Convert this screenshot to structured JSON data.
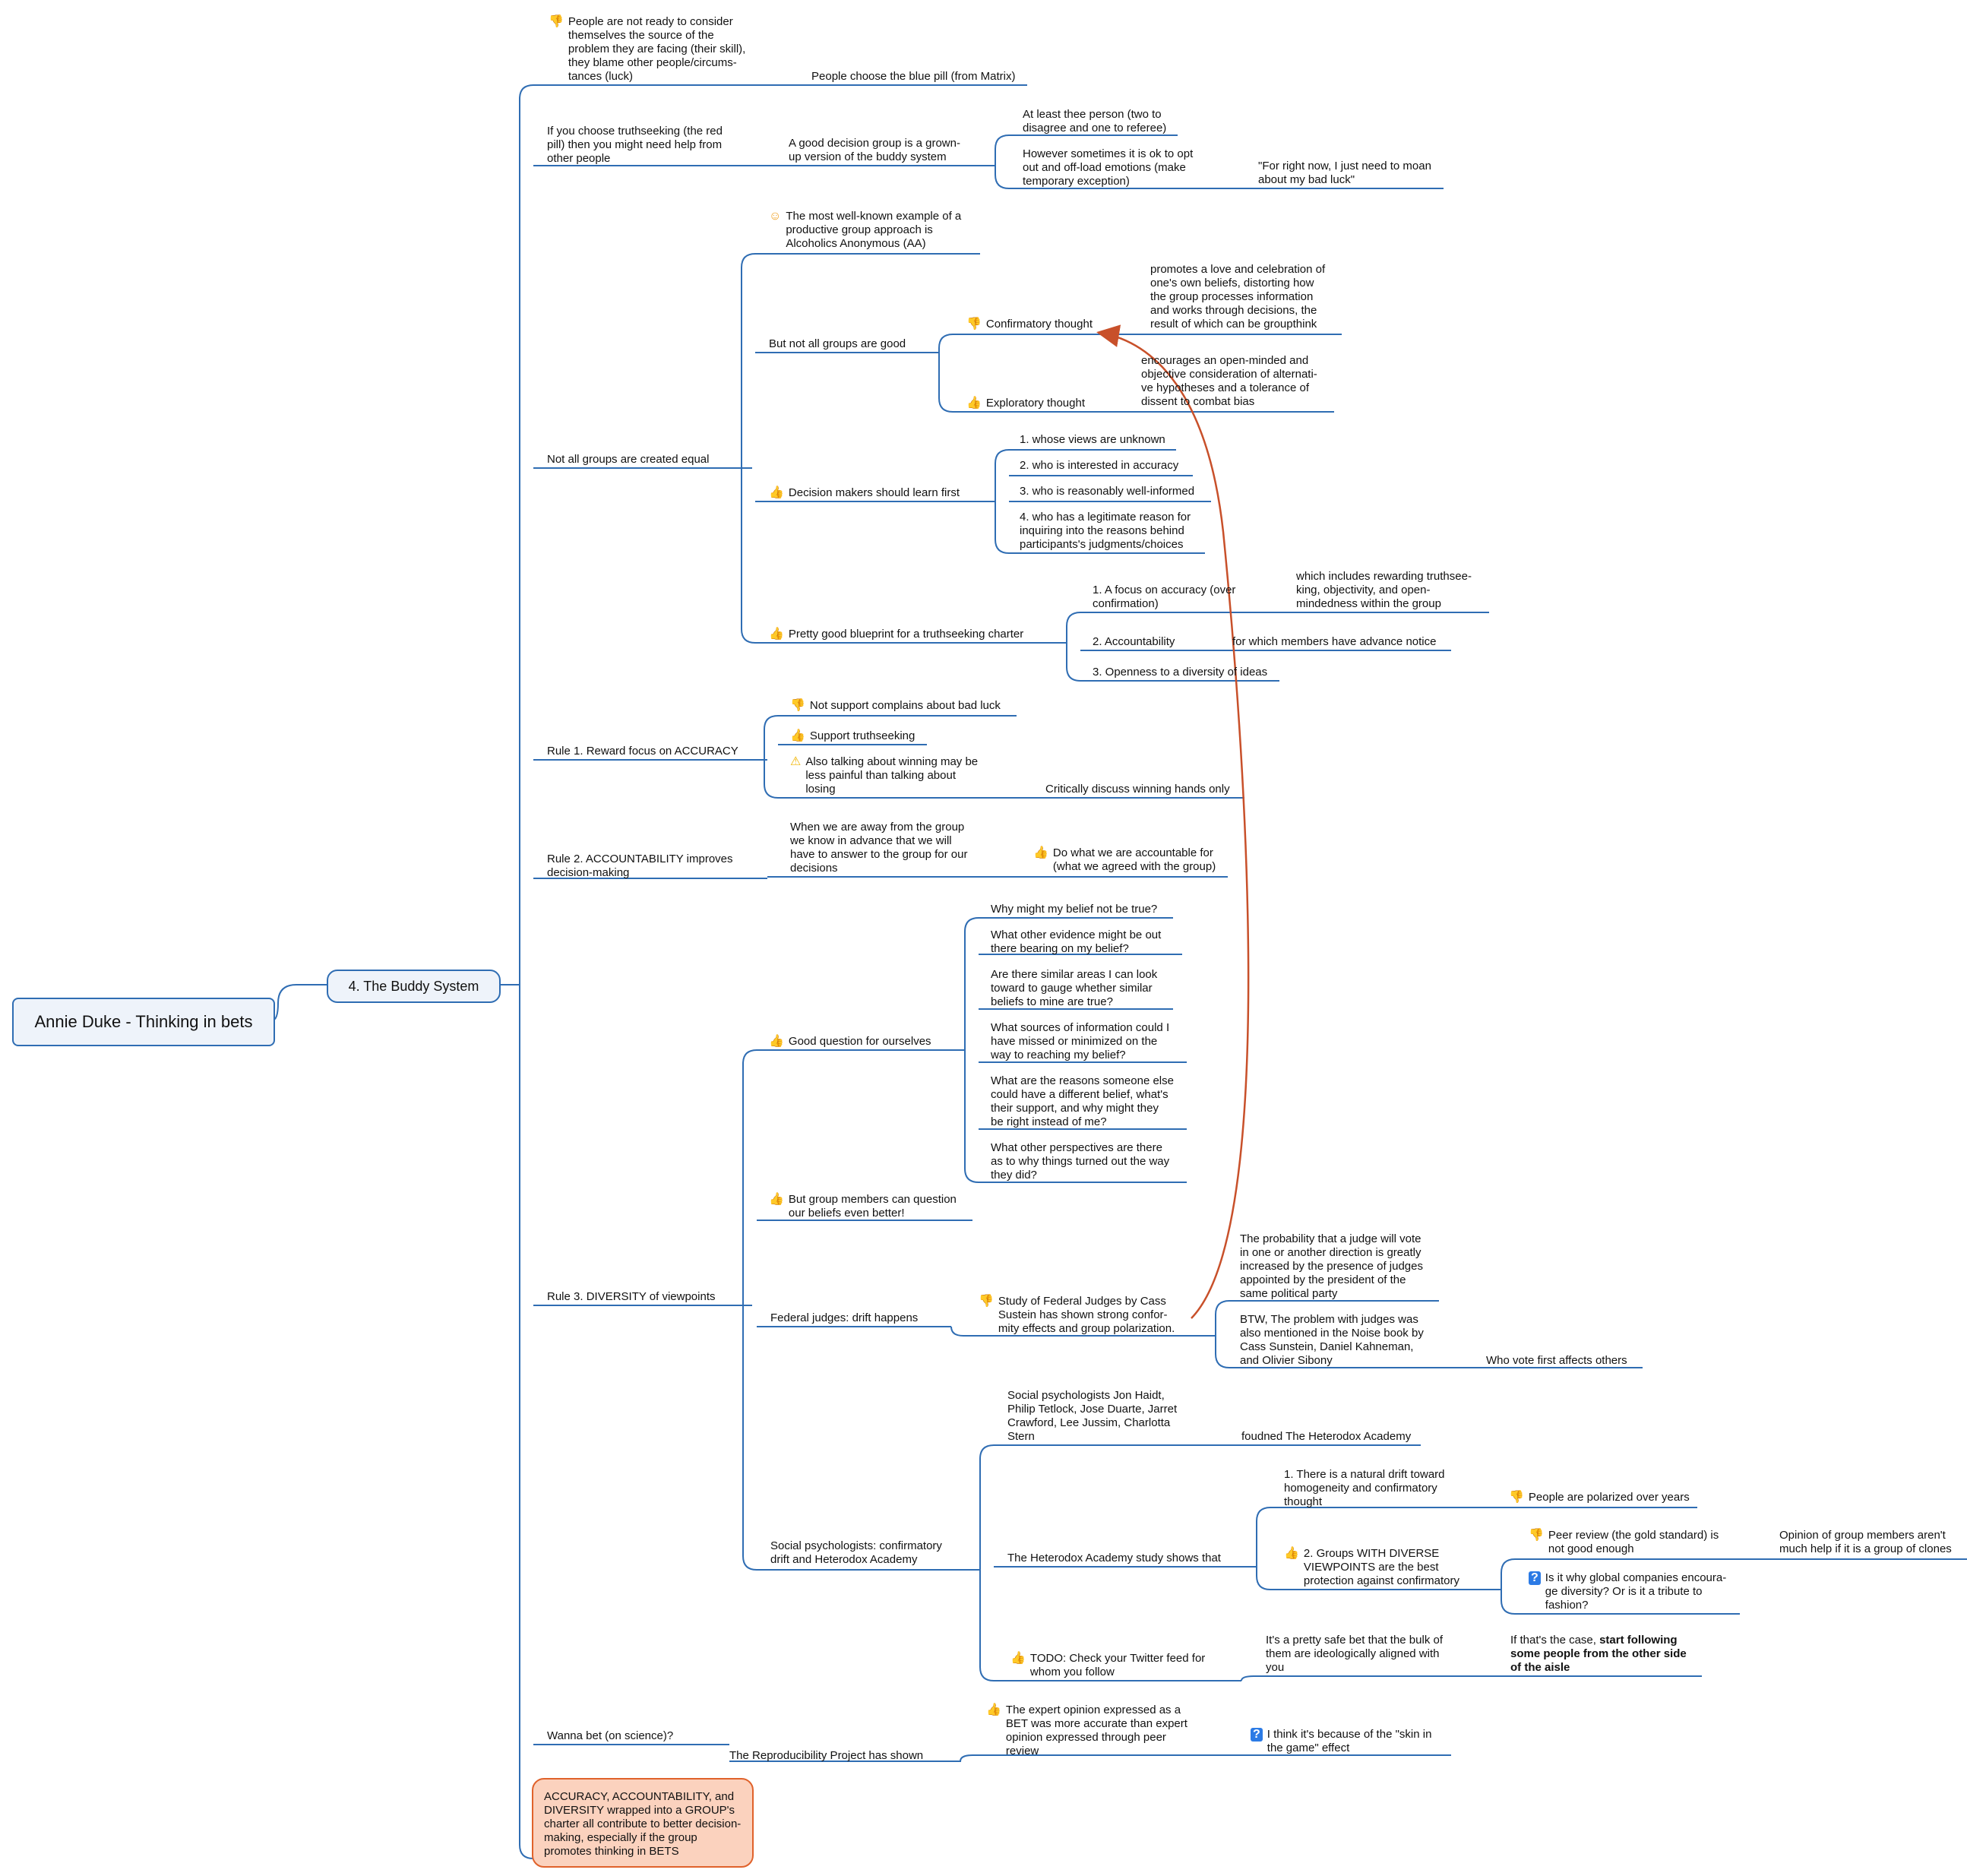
{
  "root": "Annie Duke - Thinking in bets",
  "main": "4. The Buddy System",
  "summary": "ACCURACY, ACCOUNTABILITY, and DIVERSITY wrapped into a GROUP's charter all contribute to better decision-making, especially if the group promotes thinking in BETS",
  "colors": {
    "link": "#2f6db3",
    "relation": "#c8502a",
    "summary_fill": "#fbd2be",
    "summary_border": "#e0622b"
  },
  "branches": {
    "blue_pill": {
      "label": "People choose the blue pill (from Matrix)",
      "note": "People are not ready to consider\nthemselves the source of the\nproblem they are facing (their skill),\nthey blame other people/circums-\ntances (luck)",
      "note_icon": "thumbs-down-icon"
    },
    "truthseeking": {
      "label": "If you choose truthseeking (the red\npill) then you might need help from\nother people",
      "child": "A good decision group is a grown-\nup version of the buddy system",
      "g1": "At least thee person (two to\ndisagree and one to referee)",
      "g2": "However sometimes it is ok to opt\nout and off-load emotions (make\ntemporary exception)",
      "g2_child": "\"For right now, I just need to moan\nabout my bad luck\""
    },
    "groups": {
      "label": "Not all groups are created equal",
      "aa": "The most well-known example of a\nproductive group approach is\nAlcoholics Anonymous (AA)",
      "not_good": "But not all groups are good",
      "confirmatory": "Confirmatory thought",
      "confirmatory_desc": "promotes a love and celebration of\none's own beliefs, distorting how\nthe group processes information\nand works through decisions, the\nresult of which can be groupthink",
      "exploratory": "Exploratory thought",
      "exploratory_desc": "encourages an open-minded and\nobjective consideration of alternati-\nve hypotheses and a tolerance of\ndissent to combat bias",
      "learn_first": "Decision makers should learn first",
      "learn_items": [
        "1. whose views are unknown",
        "2. who is interested in accuracy",
        "3. who is reasonably well-informed",
        "4. who has a legitimate reason for\ninquiring into the reasons behind\nparticipants's judgments/choices"
      ],
      "blueprint": "Pretty good blueprint for a truthseeking charter",
      "bp1": "1. A focus on accuracy (over\nconfirmation)",
      "bp1_desc": "which includes rewarding truthsee-\nking, objectivity, and open-\nmindedness within the group",
      "bp2": "2. Accountability",
      "bp2_desc": "for which members have advance notice",
      "bp3": "3. Openness to a diversity of ideas"
    },
    "rule1": {
      "label": "Rule 1. Reward focus on ACCURACY",
      "a": "Not support complains about bad luck",
      "b": "Support truthseeking",
      "c": "Also talking about winning may be\nless painful than talking about\nlosing",
      "c_child": "Critically discuss winning hands only"
    },
    "rule2": {
      "label": "Rule 2. ACCOUNTABILITY improves\ndecision-making",
      "child": "When we are away from the group\nwe know in advance that we will\nhave to answer to the group for our\ndecisions",
      "grandchild": "Do what we are accountable for\n(what we agreed with the group)"
    },
    "rule3": {
      "label": "Rule 3. DIVERSITY of viewpoints",
      "good_q": "Good question for ourselves",
      "questions": [
        "Why might my belief not be true?",
        "What other evidence might be out\nthere bearing on my belief?",
        "Are there similar areas I can look\ntoward to gauge whether similar\nbeliefs to mine are true?",
        "What sources of information could I\nhave missed or minimized on the\nway to reaching my belief?",
        "What are the reasons someone else\ncould have a different belief, what's\ntheir support, and why might they\nbe right instead of me?",
        "What other perspectives are there\nas to why things turned out the way\nthey did?"
      ],
      "members": "But group members can question\nour beliefs even better!",
      "judges": "Federal judges: drift happens",
      "study": "Study of Federal Judges by Cass\nSustein has shown strong confor-\nmity effects and group polarization.",
      "prob": "The probability that a judge will vote\nin one or another direction is greatly\nincreased by the presence of judges\nappointed by the president of the\nsame political party",
      "btw": "BTW, The problem with judges was\nalso mentioned in the Noise book by\nCass Sunstein, Daniel Kahneman,\nand Olivier Sibony",
      "vote_first": "Who vote first affects others",
      "psych": "Social psychologists: confirmatory\ndrift and Heterodox Academy",
      "psych_names": "Social psychologists Jon Haidt,\nPhilip Tetlock, Jose Duarte, Jarret\nCrawford, Lee Jussim, Charlotta\nStern",
      "founded": "foudned The Heterodox Academy",
      "study_shows": "The Heterodox Academy study shows that",
      "drift": "1. There is a natural drift toward\nhomogeneity and confirmatory\nthought",
      "polarized": "People are polarized over years",
      "diverse": "2. Groups WITH DIVERSE\nVIEWPOINTS are the best\nprotection against confirmatory",
      "peer": "Peer review (the gold standard) is\nnot good enough",
      "opinion": "Opinion of group members aren't\nmuch help if it is a group of clones",
      "global": "Is it why global companies encoura-\nge diversity? Or is it a tribute to\nfashion?",
      "todo": "TODO: Check your Twitter feed for\nwhom you follow",
      "safe_bet": "It's a pretty safe bet that the bulk of\nthem are ideologically aligned with\nyou",
      "follow_prefix": "If that's the case, ",
      "follow_bold": "start following\nsome people from the other side\nof the aisle"
    },
    "wanna": {
      "label": "Wanna bet (on science)?",
      "child": "The Reproducibility Project has shown",
      "grandchild": "The expert opinion expressed as a\nBET was more accurate than expert\nopinion expressed through peer\nreview",
      "ggchild": "I think it's because of the \"skin in\nthe game\" effect"
    }
  }
}
